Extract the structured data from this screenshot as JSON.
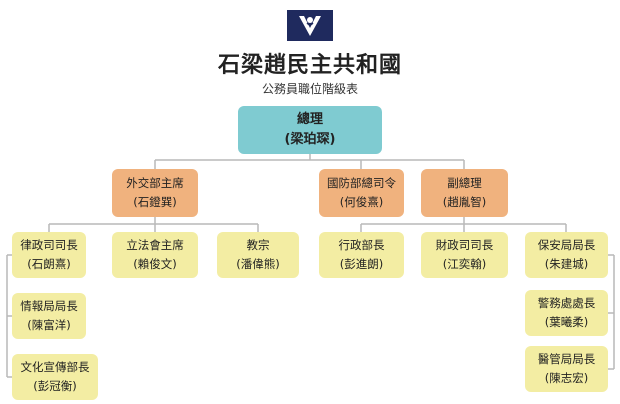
{
  "header": {
    "title": "石梁趙民主共和國",
    "subtitle": "公務員職位階級表"
  },
  "colors": {
    "top": "#7fcbd1",
    "second_tier": "#f0b27e",
    "third_tier": "#f3eda3",
    "logo_bg": "#1f2a5e"
  },
  "chart": {
    "premier": {
      "role": "總理",
      "name": "(梁珀琛)"
    },
    "foreign": {
      "role": "外交部主席",
      "name": "(石鐙巽)"
    },
    "defense": {
      "role": "國防部總司令",
      "name": "(何俊熹)"
    },
    "deputy": {
      "role": "副總理",
      "name": "(趙胤智)"
    },
    "law": {
      "role": "律政司司長",
      "name": "(石朗熹)"
    },
    "legco": {
      "role": "立法會主席",
      "name": "(賴俊文)"
    },
    "religion": {
      "role": "教宗",
      "name": "(潘偉熊)"
    },
    "admin": {
      "role": "行政部長",
      "name": "(彭進朗)"
    },
    "finance": {
      "role": "財政司司長",
      "name": "(江奕翰)"
    },
    "security": {
      "role": "保安局局長",
      "name": "(朱建城)"
    },
    "intel": {
      "role": "情報局局長",
      "name": "(陳富洋)"
    },
    "culture": {
      "role": "文化宣傳部長",
      "name": "(彭冠衡)"
    },
    "police": {
      "role": "警務處處長",
      "name": "(葉曦柔)"
    },
    "medical": {
      "role": "醫管局局長",
      "name": "(陳志宏)"
    }
  }
}
